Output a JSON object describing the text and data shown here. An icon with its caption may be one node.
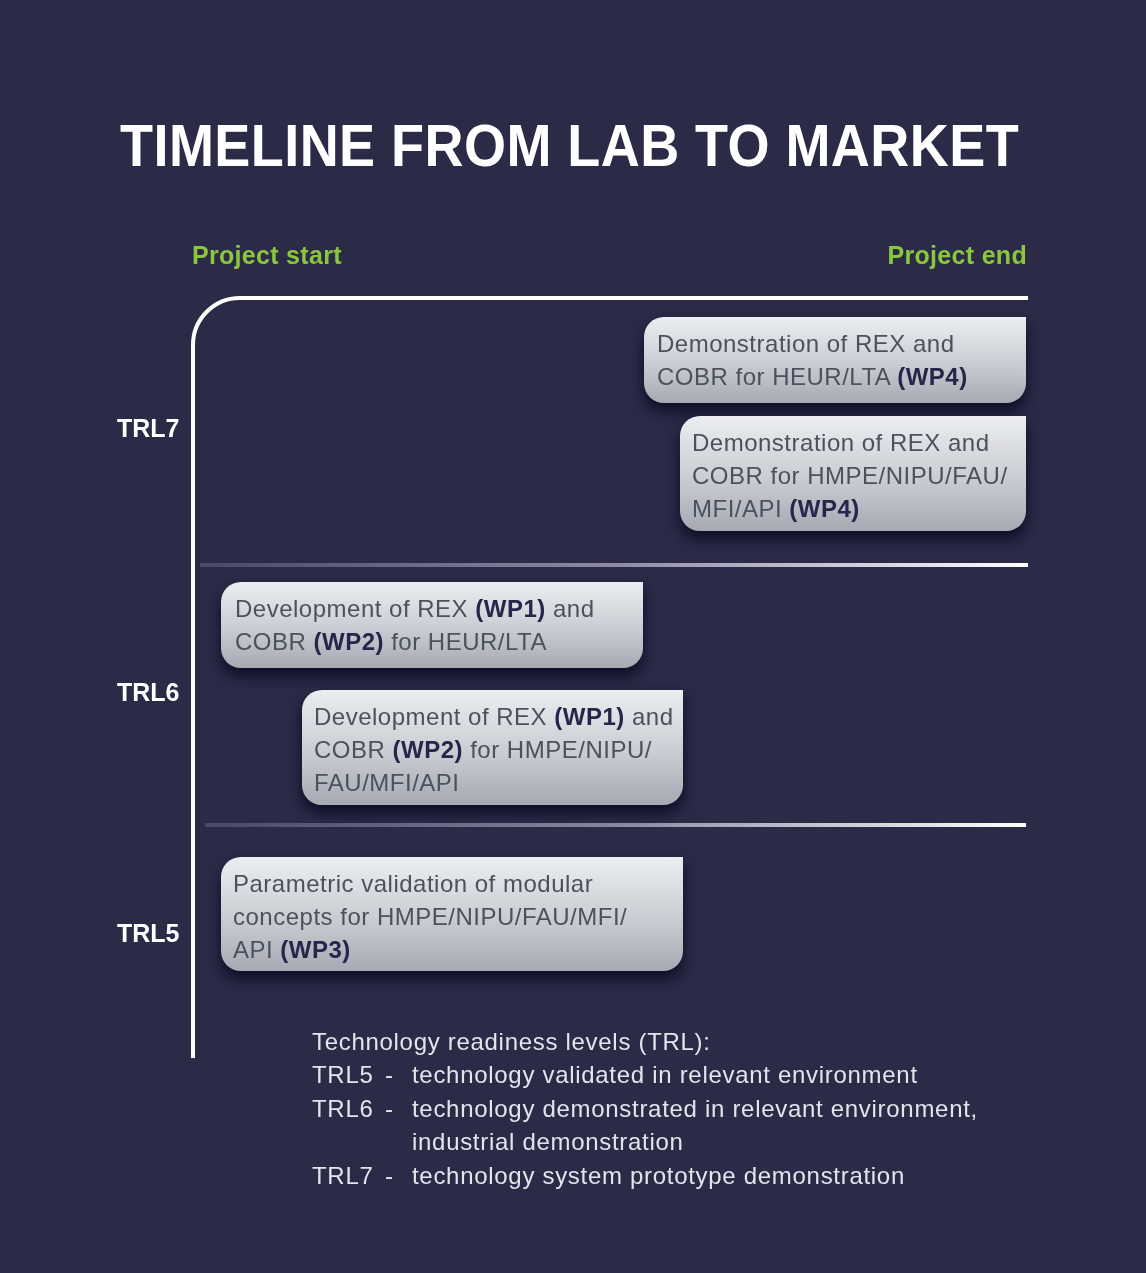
{
  "diagram": {
    "title": "TIMELINE FROM LAB TO MARKET",
    "nodes": [
      {
        "text": [
          "Demonstration of REX and COBR for HEUR/LTA **(WP4)**"
        ]
      },
      {
        "text": [
          "Demonstration of REX and COBR for HMPE/NIPU/FAU/MFI/API **(WP4)**"
        ]
      },
      {
        "text": [
          "Development of REX **(WP1)** and COBR **(WP2)** for HEUR/LTA"
        ]
      },
      {
        "text": [
          "Development of REX **(WP1)** and COBR **(WP2)** for HMPE/NIPU/FAU/MFI/API"
        ]
      },
      {
        "text": [
          "Parametric validation of modular concepts for HMPE/NIPU/FAU/MFI/API **(WP3)**"
        ]
      }
    ],
    "labels": [
      "Project start",
      "Project end",
      "TRL7",
      "TRL6",
      "TRL5",
      "Technology readiness levels (TRL):",
      "TRL5",
      "-",
      "technology validated in relevant environment",
      "TRL6",
      "-",
      "technology demonstrated in relevant environment, industrial demonstration",
      "TRL7",
      "-",
      "technology system prototype demonstration"
    ]
  }
}
